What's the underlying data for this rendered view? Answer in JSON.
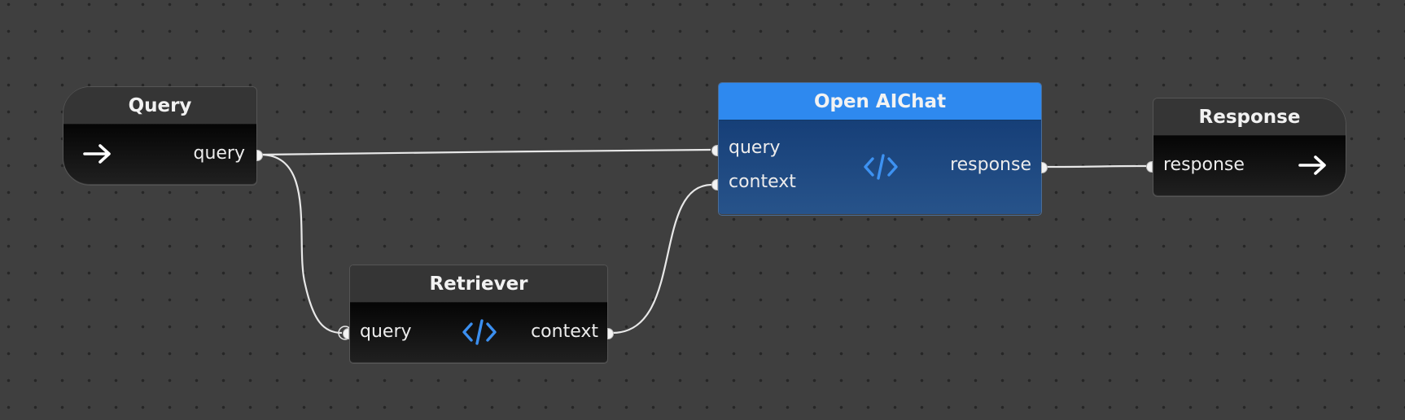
{
  "canvas": {
    "background_color": "#3f3f3f",
    "dot_color": "#262626",
    "wire_color": "#e8e8e8"
  },
  "nodes": {
    "query": {
      "title": "Query",
      "icon": "arrow-right-icon",
      "outputs": [
        {
          "label": "query"
        }
      ]
    },
    "retriever": {
      "title": "Retriever",
      "icon": "code-icon",
      "inputs": [
        {
          "label": "query"
        }
      ],
      "outputs": [
        {
          "label": "context"
        }
      ]
    },
    "openai_chat": {
      "title": "Open AIChat",
      "selected": true,
      "header_color": "#2e89ef",
      "body_color": "#1d4a82",
      "icon": "code-icon",
      "inputs": [
        {
          "label": "query"
        },
        {
          "label": "context"
        }
      ],
      "outputs": [
        {
          "label": "response"
        }
      ]
    },
    "response": {
      "title": "Response",
      "icon": "arrow-right-icon",
      "inputs": [
        {
          "label": "response"
        }
      ]
    }
  },
  "connections": [
    {
      "from": "Query.query",
      "to": "Open AIChat.query"
    },
    {
      "from": "Query.query",
      "to": "Retriever.query"
    },
    {
      "from": "Retriever.context",
      "to": "Open AIChat.context"
    },
    {
      "from": "Open AIChat.response",
      "to": "Response.response"
    }
  ],
  "colors": {
    "code_icon": "#3b8ff0",
    "code_icon_on_selected": "#3d92f2"
  }
}
